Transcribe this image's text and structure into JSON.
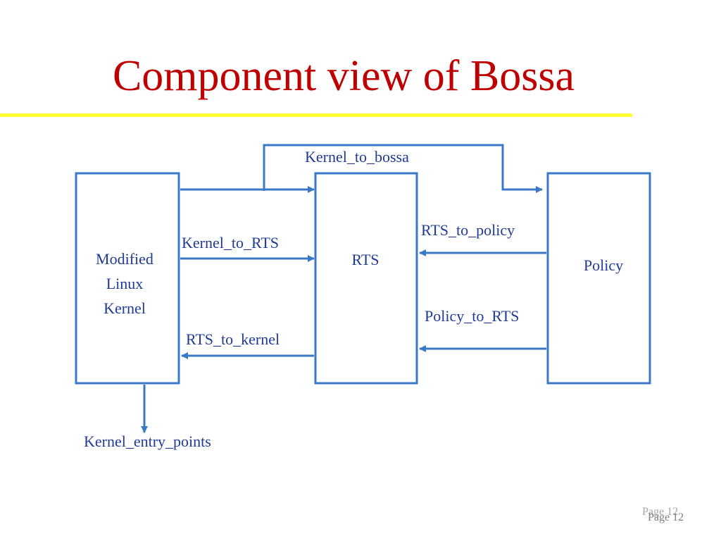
{
  "title": "Component view of Bossa",
  "colors": {
    "title": "#c00000",
    "rule": "#ffff33",
    "line": "#3a78c8",
    "text": "#1f3a93"
  },
  "nodes": {
    "kernel": {
      "lines": [
        "Modified",
        "Linux",
        "Kernel"
      ]
    },
    "rts": {
      "label": "RTS"
    },
    "policy": {
      "label": "Policy"
    }
  },
  "edges": {
    "kernel_to_bossa": "Kernel_to_bossa",
    "kernel_to_rts": "Kernel_to_RTS",
    "rts_to_kernel": "RTS_to_kernel",
    "rts_to_policy": "RTS_to_policy",
    "policy_to_rts": "Policy_to_RTS",
    "kernel_entry_points": "Kernel_entry_points"
  },
  "footer": {
    "page": "Page 12"
  }
}
